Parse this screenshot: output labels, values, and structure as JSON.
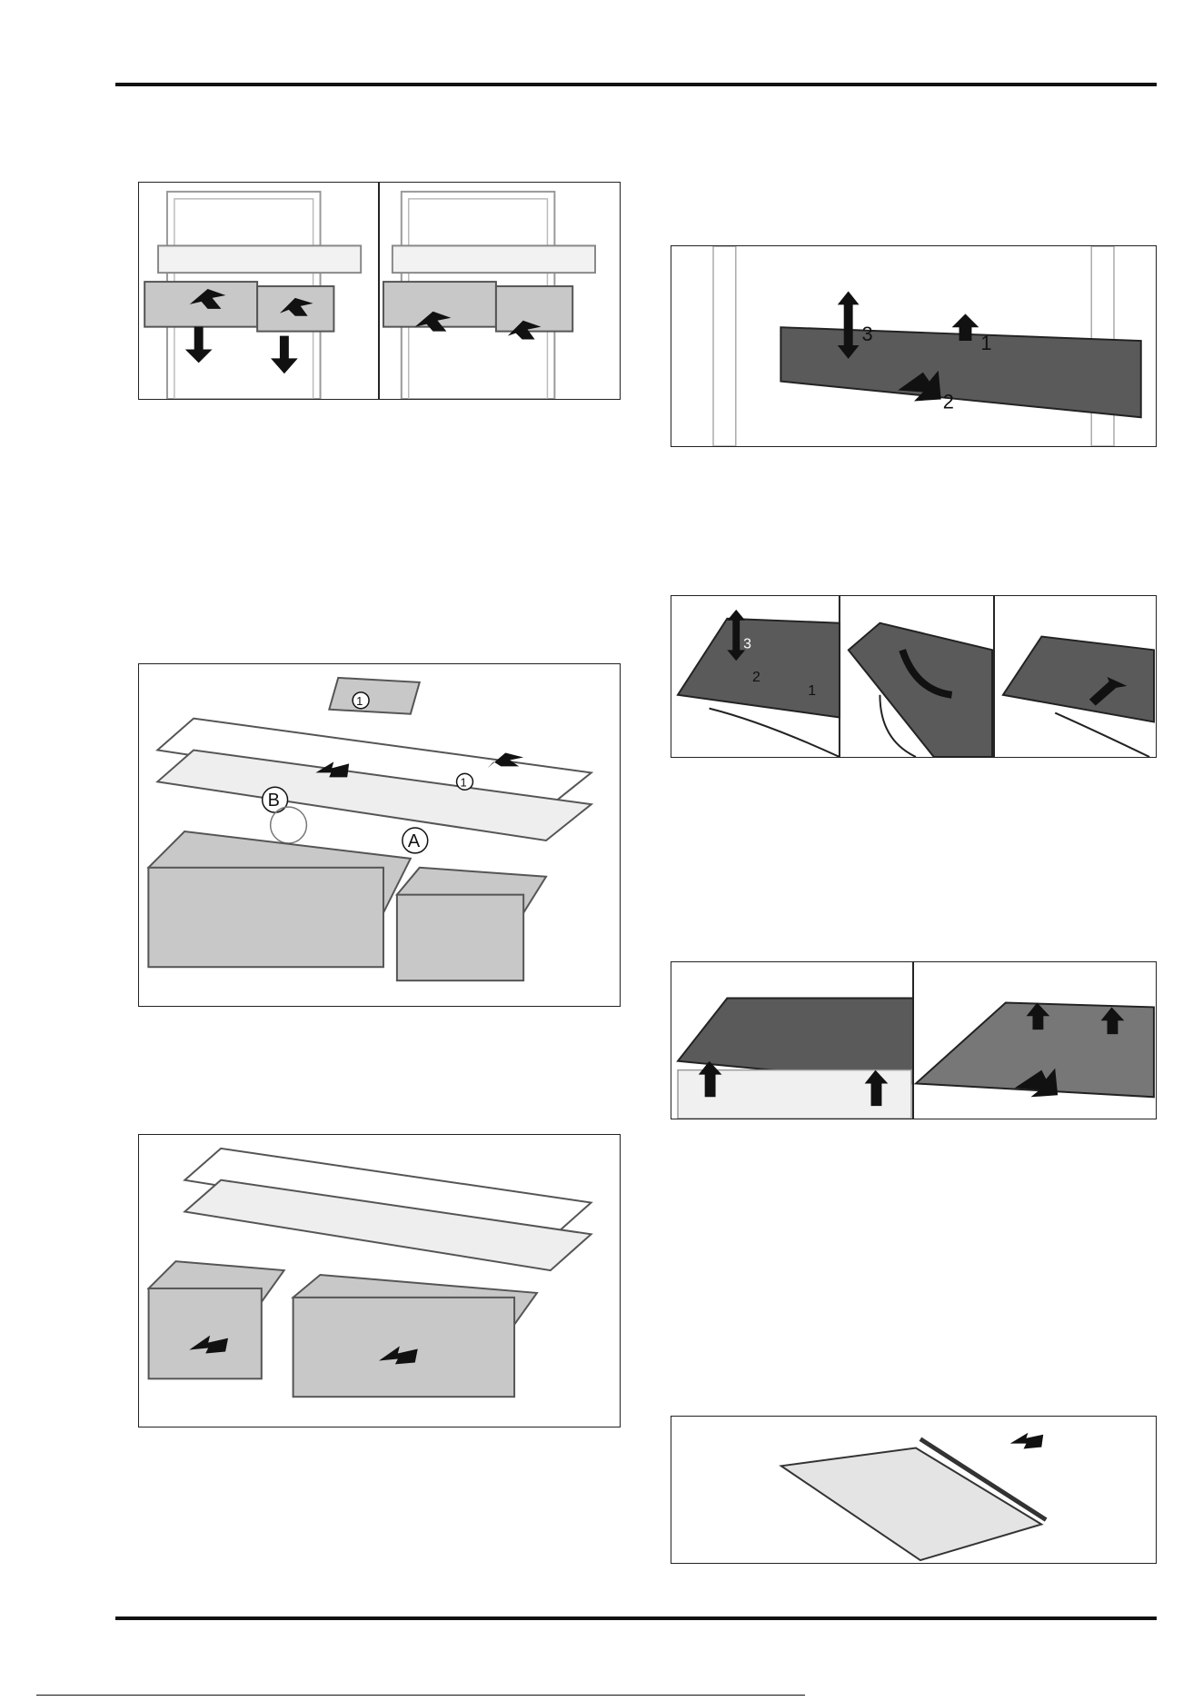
{
  "page": {
    "background": "#ffffff",
    "ink": "#111111",
    "shelf_dark": "#5a5a5a",
    "drawer_gray": "#c8c8c8"
  },
  "figures": [
    {
      "id": "fig-drawers-removal",
      "icons": [
        "arrow-up-icon",
        "arrow-down-icon"
      ]
    },
    {
      "id": "fig-glass-shelf-removal",
      "labels": [
        "3",
        "1",
        "2"
      ],
      "icons": [
        "double-arrow-icon",
        "arrow-up-icon",
        "arrow-down-icon"
      ]
    },
    {
      "id": "fig-shelf-tilt-sequence",
      "labels": [
        "3",
        "2",
        "1"
      ],
      "icons": [
        "double-arrow-icon",
        "curved-arrow-icon",
        "hand-icon"
      ]
    },
    {
      "id": "fig-drawer-rail-assembly",
      "labels": [
        "1",
        "B",
        "1",
        "A"
      ],
      "icons": [
        "arrow-down-icon",
        "arrow-up-icon"
      ]
    },
    {
      "id": "fig-bottom-shelf-removal",
      "icons": [
        "arrow-up-icon",
        "arrow-down-icon"
      ]
    },
    {
      "id": "fig-drawers-insert",
      "icons": [
        "arrow-right-icon"
      ]
    },
    {
      "id": "fig-shelf-edge-strip",
      "icons": [
        "arrow-right-icon"
      ]
    }
  ]
}
